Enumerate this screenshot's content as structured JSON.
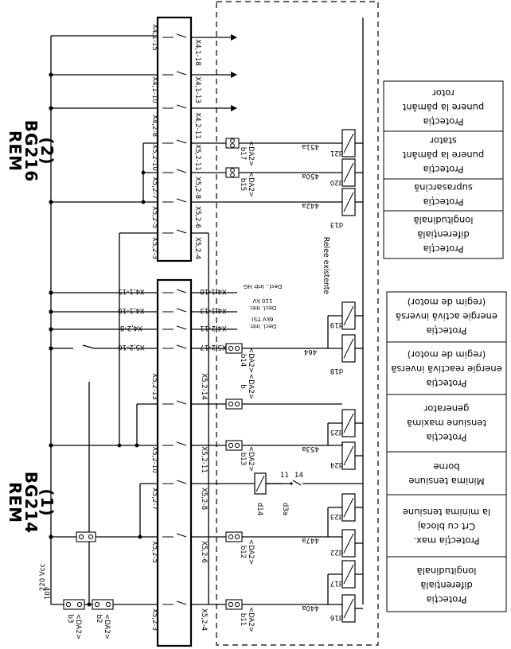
{
  "supply": {
    "number": "401",
    "voltage": "220 Vcc"
  },
  "rem_upper": {
    "l1": "REM",
    "l2": "BG216",
    "l3": "(2)"
  },
  "rem_lower": {
    "l1": "REM",
    "l2": "BG214",
    "l3": "(1)"
  },
  "upper_left_terminals": [
    "X4,1-15",
    "X4,1-10",
    "X4,2-8",
    "X5,2-10",
    "X5,2-7",
    "X5,2-5",
    "X5,2-3"
  ],
  "upper_right_terminals": [
    "X4,1-18",
    "X4,1-13",
    "X4,2-11",
    "X5,2-11",
    "X5,2-8",
    "X5,2-6",
    "X5,2-4"
  ],
  "mid_left_terminals": [
    "X4,1-15",
    "X4,1-10",
    "X4,2-8",
    "X5,2-16"
  ],
  "mid_right_terminals": [
    "X4,1-18",
    "X4,1-13",
    "X4,2-11",
    "X5,2-17"
  ],
  "lower_left_terminals": [
    "X5,2-13",
    "X5,2-10",
    "X5,2-7",
    "X5,2-5",
    "X5,2-3"
  ],
  "lower_right_terminals": [
    "X5,2-14",
    "X5,2-11",
    "X5,2-8",
    "X5,2-6",
    "X5,2-4"
  ],
  "outputs": {
    "o1": "Decl.. Intr HG",
    "o2a": "110 kV",
    "o2b": "Decl. Intr.",
    "o3a": "6kV TSI",
    "o3b": "Decl. Intr."
  },
  "fuses": {
    "b17": "b17",
    "b15": "b15",
    "b14": "b14",
    "b": "b",
    "b13": "b13",
    "b12": "b12",
    "b11": "b11",
    "b3": "b3",
    "b2": "b2",
    "da2": "<DA2>"
  },
  "wires": {
    "w451a": "451a",
    "w450a": "450a",
    "w442a": "442a",
    "w464": "464",
    "w453a": "453a",
    "w447a": "447a",
    "w440a": "440a"
  },
  "relays": {
    "d21": "d21",
    "d20": "d20",
    "d13": "d13",
    "d19": "d19",
    "d18": "d18",
    "d25": "d25",
    "d24": "d24",
    "d23": "d23",
    "d22": "d22",
    "d17": "d17",
    "d16": "d16",
    "d14": "d14",
    "d3a": "d3a",
    "c11": "11",
    "c14": "14"
  },
  "existing_relays_label": "Relee existente",
  "protections_upper": [
    [
      "Protecția",
      "punere la pământ",
      "rotor"
    ],
    [
      "Protecția",
      "punere la pământ",
      "stator"
    ],
    [
      "Protecția",
      "suprasarcină"
    ],
    [
      "Protecția",
      "diferențială",
      "longitudinală"
    ]
  ],
  "protections_lower": [
    [
      "Protecția",
      "energie activă inversă",
      "(regim de motor)"
    ],
    [
      "Protecția",
      "energie reactivă inversă",
      "(regim de motor)"
    ],
    [
      "Protecția",
      "tensiune maximă",
      "generator"
    ],
    [
      "Minima tensiune",
      "borne"
    ],
    [
      "Protecția max.",
      "Crt cu blocaj",
      "la minima tensiune"
    ],
    [
      "Protecția",
      "diferențială",
      "longitudinală"
    ]
  ]
}
